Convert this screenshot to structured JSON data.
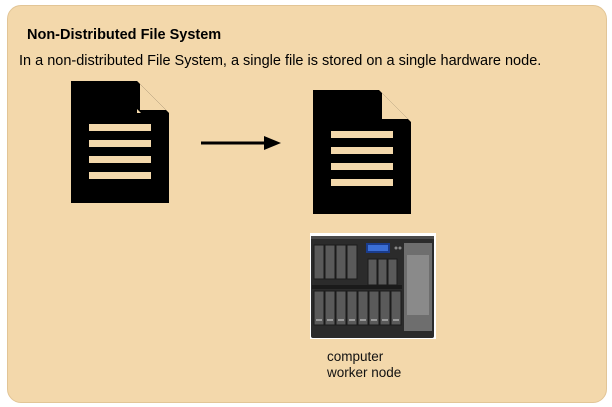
{
  "title": "Non-Distributed File System",
  "description": "In a non-distributed File System, a single file is stored on a single hardware node.",
  "icons": {
    "source_file": "document-icon",
    "stored_file": "document-icon",
    "arrow": "arrow-right-icon",
    "hardware": "server-node-icon"
  },
  "node_label": {
    "line1": "computer",
    "line2": "worker node"
  },
  "colors": {
    "panel_background": "#f3d8ab",
    "document": "#000000",
    "document_lines": "#f3d8ab"
  }
}
